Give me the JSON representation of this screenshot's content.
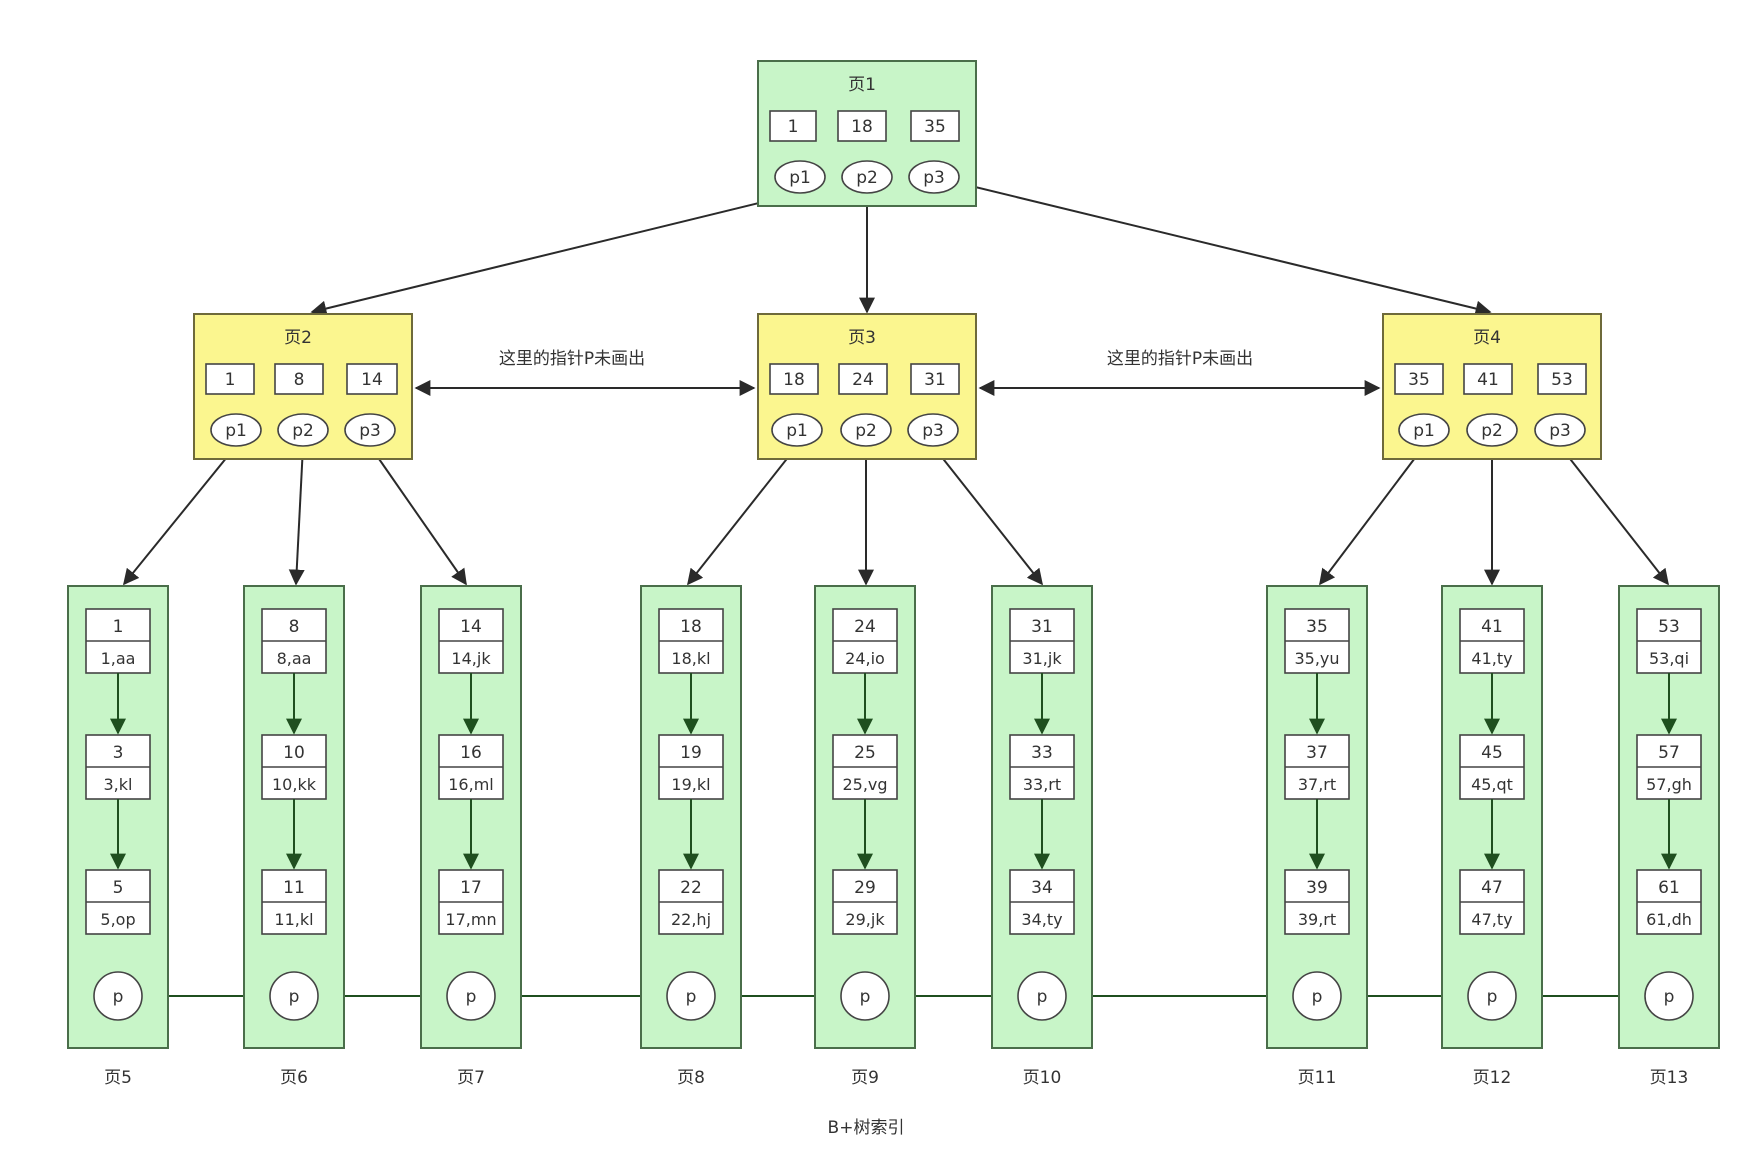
{
  "caption": "B+树索引",
  "annotation": "这里的指针P未画出",
  "root": {
    "title": "页1",
    "keys": [
      "1",
      "18",
      "35"
    ],
    "pointers": [
      "p1",
      "p2",
      "p3"
    ]
  },
  "internal": [
    {
      "title": "页2",
      "keys": [
        "1",
        "8",
        "14"
      ],
      "pointers": [
        "p1",
        "p2",
        "p3"
      ]
    },
    {
      "title": "页3",
      "keys": [
        "18",
        "24",
        "31"
      ],
      "pointers": [
        "p1",
        "p2",
        "p3"
      ]
    },
    {
      "title": "页4",
      "keys": [
        "35",
        "41",
        "53"
      ],
      "pointers": [
        "p1",
        "p2",
        "p3"
      ]
    }
  ],
  "leaves": [
    {
      "title": "页5",
      "records": [
        [
          "1",
          "1,aa"
        ],
        [
          "3",
          "3,kl"
        ],
        [
          "5",
          "5,op"
        ]
      ],
      "pointer": "p"
    },
    {
      "title": "页6",
      "records": [
        [
          "8",
          "8,aa"
        ],
        [
          "10",
          "10,kk"
        ],
        [
          "11",
          "11,kl"
        ]
      ],
      "pointer": "p"
    },
    {
      "title": "页7",
      "records": [
        [
          "14",
          "14,jk"
        ],
        [
          "16",
          "16,ml"
        ],
        [
          "17",
          "17,mn"
        ]
      ],
      "pointer": "p"
    },
    {
      "title": "页8",
      "records": [
        [
          "18",
          "18,kl"
        ],
        [
          "19",
          "19,kl"
        ],
        [
          "22",
          "22,hj"
        ]
      ],
      "pointer": "p"
    },
    {
      "title": "页9",
      "records": [
        [
          "24",
          "24,io"
        ],
        [
          "25",
          "25,vg"
        ],
        [
          "29",
          "29,jk"
        ]
      ],
      "pointer": "p"
    },
    {
      "title": "页10",
      "records": [
        [
          "31",
          "31,jk"
        ],
        [
          "33",
          "33,rt"
        ],
        [
          "34",
          "34,ty"
        ]
      ],
      "pointer": "p"
    },
    {
      "title": "页11",
      "records": [
        [
          "35",
          "35,yu"
        ],
        [
          "37",
          "37,rt"
        ],
        [
          "39",
          "39,rt"
        ]
      ],
      "pointer": "p"
    },
    {
      "title": "页12",
      "records": [
        [
          "41",
          "41,ty"
        ],
        [
          "45",
          "45,qt"
        ],
        [
          "47",
          "47,ty"
        ]
      ],
      "pointer": "p"
    },
    {
      "title": "页13",
      "records": [
        [
          "53",
          "53,qi"
        ],
        [
          "57",
          "57,gh"
        ],
        [
          "61",
          "61,dh"
        ]
      ],
      "pointer": "p"
    }
  ]
}
